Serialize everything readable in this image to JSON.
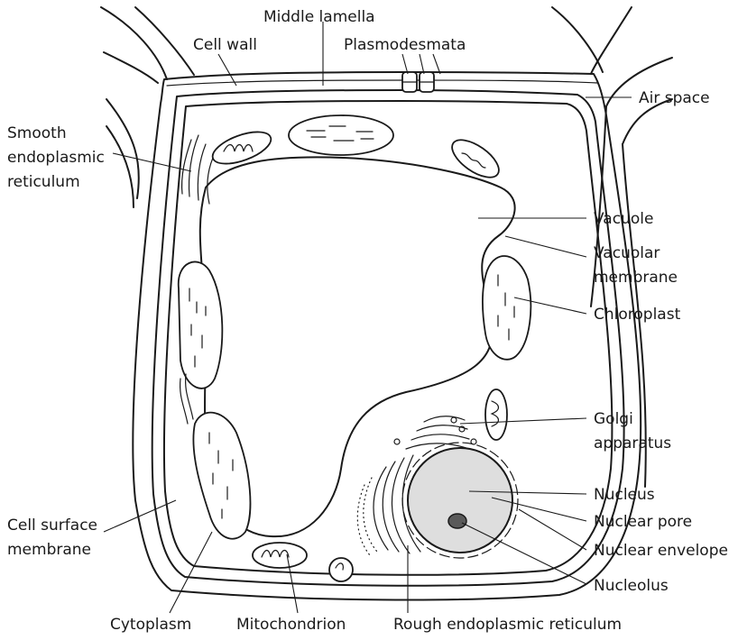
{
  "labels": {
    "middle_lamella": "Middle lamella",
    "cell_wall": "Cell wall",
    "plasmodesmata": "Plasmodesmata",
    "air_space": "Air space",
    "ser_line1": "Smooth",
    "ser_line2": "endoplasmic",
    "ser_line3": "reticulum",
    "vacuole": "Vacuole",
    "vacuolar_line1": "Vacuolar",
    "vacuolar_line2": "membrane",
    "chloroplast": "Chloroplast",
    "golgi_line1": "Golgi",
    "golgi_line2": "apparatus",
    "nucleus": "Nucleus",
    "nuclear_pore": "Nuclear pore",
    "nuclear_envelope": "Nuclear envelope",
    "nucleolus": "Nucleolus",
    "csm_line1": "Cell surface",
    "csm_line2": "membrane",
    "cytoplasm": "Cytoplasm",
    "mitochondrion": "Mitochondrion",
    "rer": "Rough endoplasmic reticulum"
  },
  "colors": {
    "ink": "#1a1a1a",
    "nucleus_fill": "#dedede",
    "nucleolus_fill": "#5a5a5a"
  }
}
